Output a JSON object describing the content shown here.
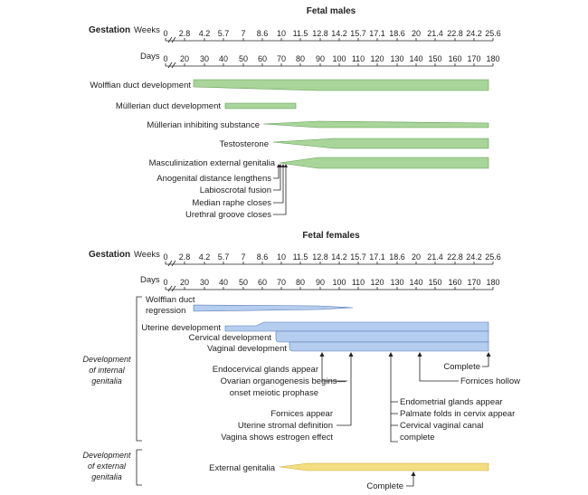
{
  "males": {
    "title": "Fetal males",
    "gestation_label": "Gestation",
    "weeks_label": "Weeks",
    "days_label": "Days",
    "weeks": [
      "0",
      "2.8",
      "4.2",
      "5.7",
      "7",
      "8.6",
      "10",
      "11.5",
      "12.8",
      "14.2",
      "15.7",
      "17.1",
      "18.6",
      "20",
      "21.4",
      "22.8",
      "24.2",
      "25.6"
    ],
    "days": [
      "0",
      "20",
      "30",
      "40",
      "50",
      "60",
      "70",
      "80",
      "90",
      "100",
      "110",
      "120",
      "130",
      "140",
      "150",
      "160",
      "170",
      "180"
    ],
    "bar_labels": {
      "wolffian": "Wolffian duct development",
      "mullerian": "Müllerian duct development",
      "mis": "Müllerian inhibiting substance",
      "testosterone": "Testosterone",
      "masculinization": "Masculinization external genitalia"
    },
    "events": [
      "Anogenital distance lengthens",
      "Labioscrotal fusion",
      "Median raphe closes",
      "Urethral groove closes"
    ]
  },
  "females": {
    "title": "Fetal females",
    "gestation_label": "Gestation",
    "weeks_label": "Weeks",
    "days_label": "Days",
    "weeks": [
      "0",
      "2.8",
      "4.2",
      "5.7",
      "7",
      "8.6",
      "10",
      "11.5",
      "12.8",
      "14.2",
      "15.7",
      "17.1",
      "18.6",
      "20",
      "21.4",
      "22.8",
      "24.2",
      "25.6"
    ],
    "days": [
      "0",
      "20",
      "30",
      "40",
      "50",
      "60",
      "70",
      "80",
      "90",
      "100",
      "110",
      "120",
      "130",
      "140",
      "150",
      "160",
      "170",
      "180"
    ],
    "wolffian_regression": [
      "Wolffian duct",
      "regression"
    ],
    "uterine": "Uterine development",
    "cervical": "Cervical development",
    "vaginal": "Vaginal development",
    "group_internal": [
      "Development",
      "of internal",
      "genitalia"
    ],
    "group_external": [
      "Development",
      "of external",
      "genitalia"
    ],
    "complete": "Complete",
    "fornices_hollow": "Fornices hollow",
    "event_block_1": [
      "Endocervical glands appear",
      "Ovarian organogenesis begins—",
      "onset meiotic prophase"
    ],
    "event_block_2": [
      "Fornices appear",
      "Uterine stromal definition",
      "Vagina shows estrogen effect"
    ],
    "event_block_3": [
      "Endometrial glands appear",
      "Palmate folds in cervix appear",
      "Cervical vaginal canal",
      "complete"
    ],
    "external_genitalia": "External genitalia",
    "external_complete": "Complete"
  },
  "colors": {
    "green_fill": "#a9d59a",
    "green_stroke": "#5e9c4e",
    "blue_fill": "#b5cdef",
    "blue_stroke": "#5579b3",
    "yellow_fill": "#f3df82",
    "yellow_stroke": "#c9a93a"
  }
}
